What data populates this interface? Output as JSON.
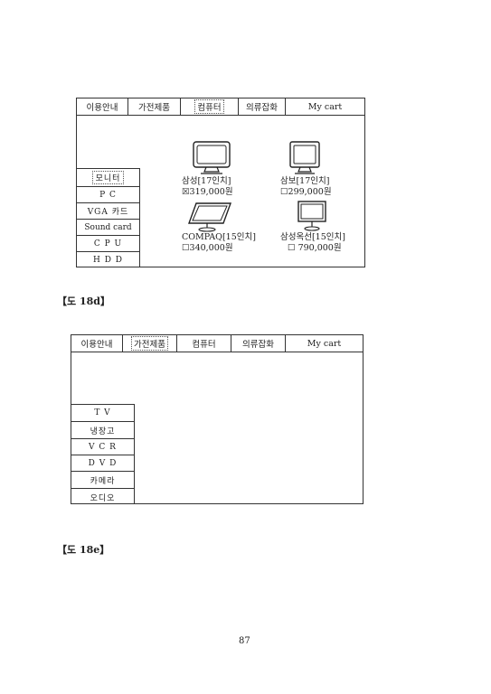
{
  "figure1": {
    "tabs": [
      {
        "label": "이용안내",
        "selected": false
      },
      {
        "label": "가전제품",
        "selected": false
      },
      {
        "label": "컴퓨터",
        "selected": true
      },
      {
        "label": "의류잡화",
        "selected": false
      },
      {
        "label": "My cart",
        "selected": false
      }
    ],
    "menu": [
      {
        "label": "모니터",
        "selected": true
      },
      {
        "label": "P C",
        "selected": false
      },
      {
        "label": "VGA 카드",
        "selected": false
      },
      {
        "label": "Sound card",
        "selected": false
      },
      {
        "label": "C P U",
        "selected": false
      },
      {
        "label": "H D D",
        "selected": false
      }
    ],
    "products": [
      {
        "name": "삼성[17인치]",
        "price": "319,000원",
        "checked": true,
        "icon": "crt-monitor-icon"
      },
      {
        "name": "삼보[17인치]",
        "price": "299,000원",
        "checked": false,
        "icon": "crt-monitor-icon"
      },
      {
        "name": "COMPAQ[15인치]",
        "price": "340,000원",
        "checked": false,
        "icon": "flat-panel-monitor-icon"
      },
      {
        "name": "삼성옥선[15인치]",
        "price": "790,000원",
        "checked": false,
        "icon": "lcd-monitor-icon"
      }
    ]
  },
  "caption1": "【도 18d】",
  "figure2": {
    "tabs": [
      {
        "label": "이용안내",
        "selected": false
      },
      {
        "label": "가전제품",
        "selected": true
      },
      {
        "label": "컴퓨터",
        "selected": false
      },
      {
        "label": "의류잡화",
        "selected": false
      },
      {
        "label": "My cart",
        "selected": false
      }
    ],
    "menu": [
      {
        "label": "T V",
        "selected": false
      },
      {
        "label": "냉장고",
        "selected": false
      },
      {
        "label": "V C R",
        "selected": false
      },
      {
        "label": "D V D",
        "selected": false
      },
      {
        "label": "카메라",
        "selected": false
      },
      {
        "label": "오디오",
        "selected": false
      }
    ]
  },
  "caption2": "【도 18e】",
  "page_number": "87"
}
